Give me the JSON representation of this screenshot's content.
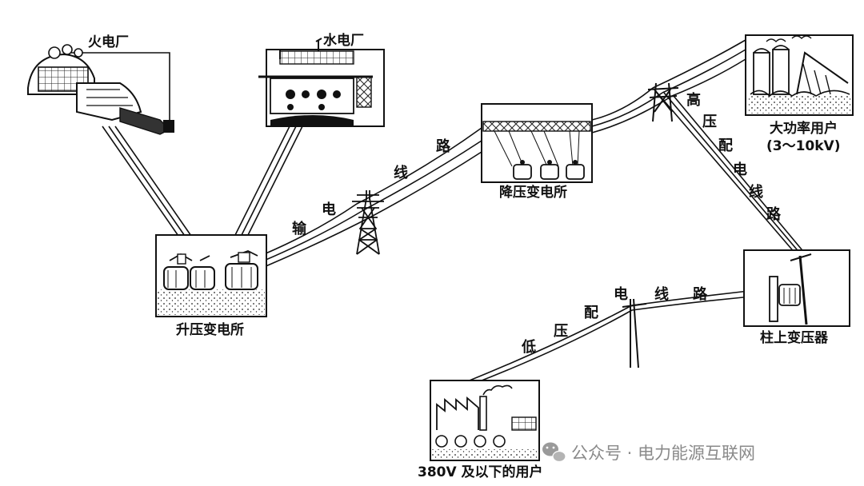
{
  "facilities": {
    "thermal_plant": "火电厂",
    "hydro_plant": "水电厂",
    "step_up_substation": "升压变电所",
    "step_down_substation": "降压变电所",
    "large_user": "大功率用户",
    "large_user_voltage": "(3～10kV)",
    "pole_transformer": "柱上变压器",
    "low_voltage_user": "380V 及以下的用户"
  },
  "lines": {
    "transmission": [
      "输",
      "电",
      "线",
      "路"
    ],
    "hv_distribution": [
      "高",
      "压",
      "配",
      "电",
      "线",
      "路"
    ],
    "lv_distribution": [
      "低",
      "压",
      "配",
      "电",
      "线",
      "路"
    ]
  },
  "watermark": {
    "icon": "wechat-icon",
    "text": "公众号 · 电力能源互联网"
  },
  "colors": {
    "ink": "#111111",
    "paper": "#ffffff",
    "watermark": "#8a8a8a"
  }
}
